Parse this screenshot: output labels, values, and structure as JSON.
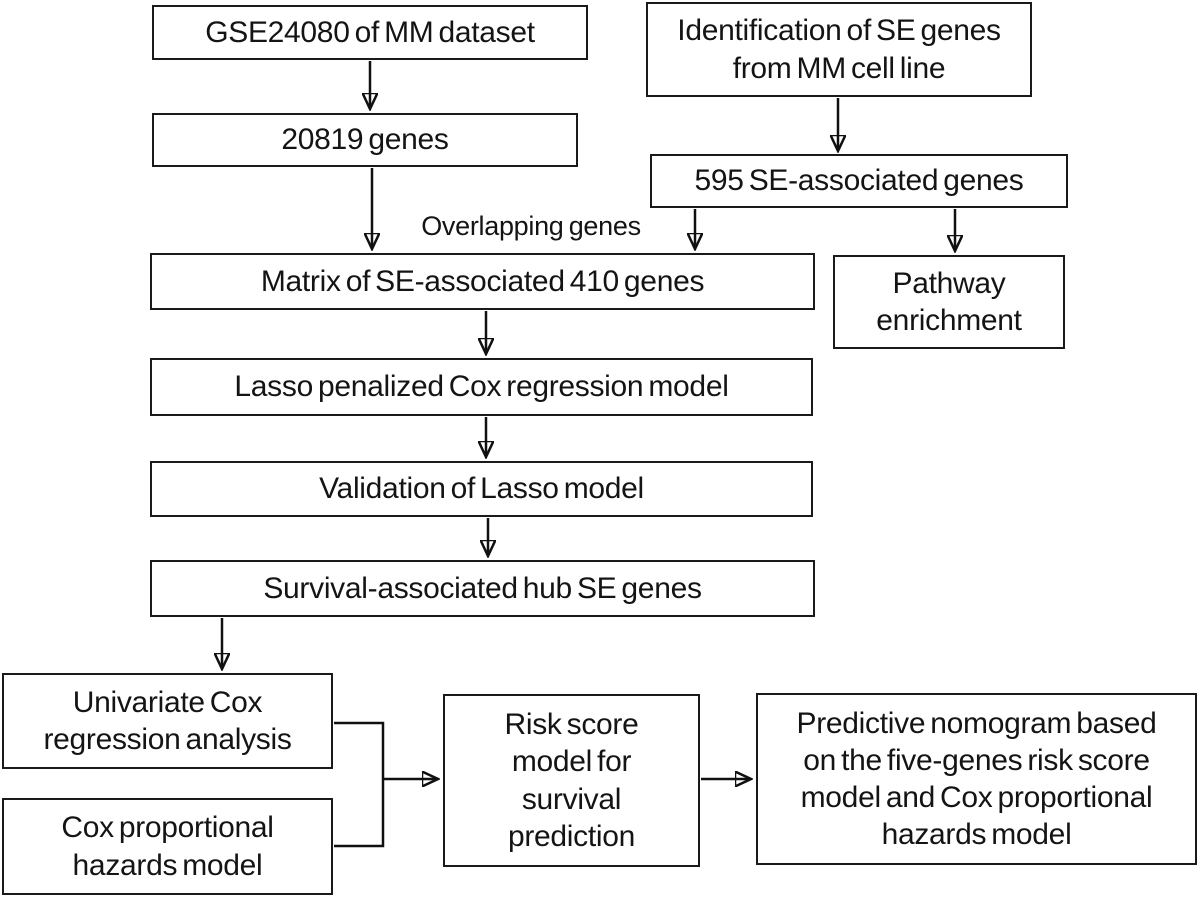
{
  "figure": {
    "background_color": "#ffffff",
    "line_color": "#101010",
    "text_color": "#141414"
  },
  "labels": {
    "overlapping": "Overlapping genes"
  },
  "nodes": {
    "gse": {
      "label": "GSE24080 of MM dataset"
    },
    "identification": {
      "label": "Identification of SE genes\nfrom MM cell line"
    },
    "genes20819": {
      "label": "20819 genes"
    },
    "se595": {
      "label": "595 SE-associated genes"
    },
    "matrix": {
      "label": "Matrix of SE-associated 410 genes"
    },
    "pathway": {
      "label": "Pathway\nenrichment"
    },
    "lasso": {
      "label": "Lasso penalized Cox regression model"
    },
    "validation": {
      "label": "Validation of Lasso model"
    },
    "hub": {
      "label": "Survival-associated hub SE genes"
    },
    "univariate": {
      "label": "Univariate Cox\nregression analysis"
    },
    "coxprop": {
      "label": "Cox proportional\nhazards model"
    },
    "risk": {
      "label": "Risk score\nmodel for\nsurvival\nprediction"
    },
    "nomogram": {
      "label": "Predictive nomogram based\non the five-genes risk score\nmodel and Cox proportional\nhazards model"
    }
  },
  "edges": [
    {
      "from": "gse",
      "to": "genes20819"
    },
    {
      "from": "identification",
      "to": "se595"
    },
    {
      "from": "genes20819",
      "to": "matrix",
      "label": "Overlapping genes"
    },
    {
      "from": "se595",
      "to": "matrix",
      "label": "Overlapping genes"
    },
    {
      "from": "se595",
      "to": "pathway"
    },
    {
      "from": "matrix",
      "to": "lasso"
    },
    {
      "from": "lasso",
      "to": "validation"
    },
    {
      "from": "validation",
      "to": "hub"
    },
    {
      "from": "hub",
      "to": "univariate"
    },
    {
      "from": "univariate",
      "to": "risk"
    },
    {
      "from": "coxprop",
      "to": "risk"
    },
    {
      "from": "risk",
      "to": "nomogram"
    }
  ]
}
